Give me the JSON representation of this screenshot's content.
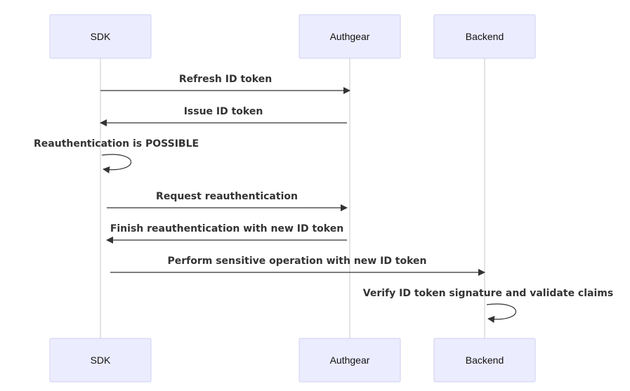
{
  "participants": [
    {
      "id": "sdk",
      "label": "SDK"
    },
    {
      "id": "authgear",
      "label": "Authgear"
    },
    {
      "id": "backend",
      "label": "Backend"
    }
  ],
  "messages": [
    {
      "from": "sdk",
      "to": "authgear",
      "label": "Refresh ID token"
    },
    {
      "from": "authgear",
      "to": "sdk",
      "label": "Issue ID token"
    },
    {
      "from": "sdk",
      "to": "sdk",
      "label": "Reauthentication is POSSIBLE"
    },
    {
      "from": "sdk",
      "to": "authgear",
      "label": "Request reauthentication"
    },
    {
      "from": "authgear",
      "to": "sdk",
      "label": "Finish reauthentication with new ID token"
    },
    {
      "from": "sdk",
      "to": "backend",
      "label": "Perform sensitive operation with new ID token"
    },
    {
      "from": "backend",
      "to": "backend",
      "label": "Verify ID token signature and validate claims"
    }
  ],
  "colors": {
    "actor_fill": "#ececff",
    "actor_border": "#cfcff0",
    "line": "#333333",
    "lifeline": "#c8c8c8"
  }
}
